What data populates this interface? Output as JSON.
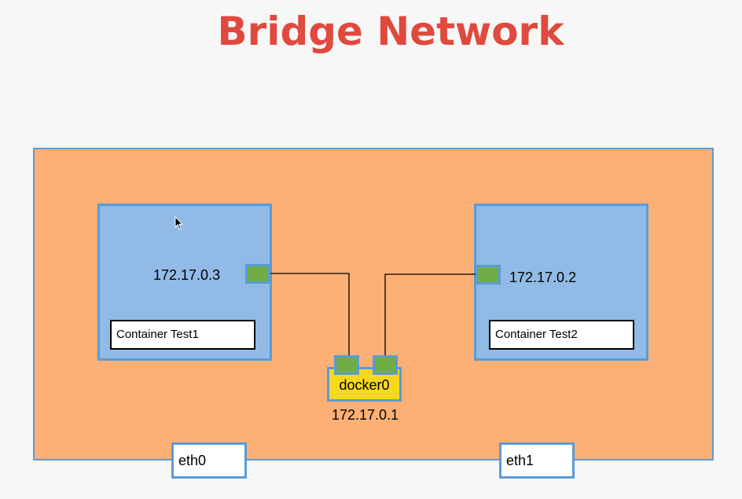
{
  "title": "Bridge Network",
  "host": {
    "interfaces": [
      "eth0",
      "eth1"
    ]
  },
  "containers": [
    {
      "name": "Container Test1",
      "ip": "172.17.0.3"
    },
    {
      "name": "Container Test2",
      "ip": "172.17.0.2"
    }
  ],
  "bridge": {
    "name": "docker0",
    "ip": "172.17.0.1"
  },
  "colors": {
    "title": "#e0493e",
    "host_fill": "#fdb075",
    "container_fill": "#91bae6",
    "border": "#5b9bd5",
    "port_fill": "#70ad47",
    "bridge_fill": "#f7d81c"
  },
  "icons": {
    "cursor": "mouse-pointer-icon"
  }
}
